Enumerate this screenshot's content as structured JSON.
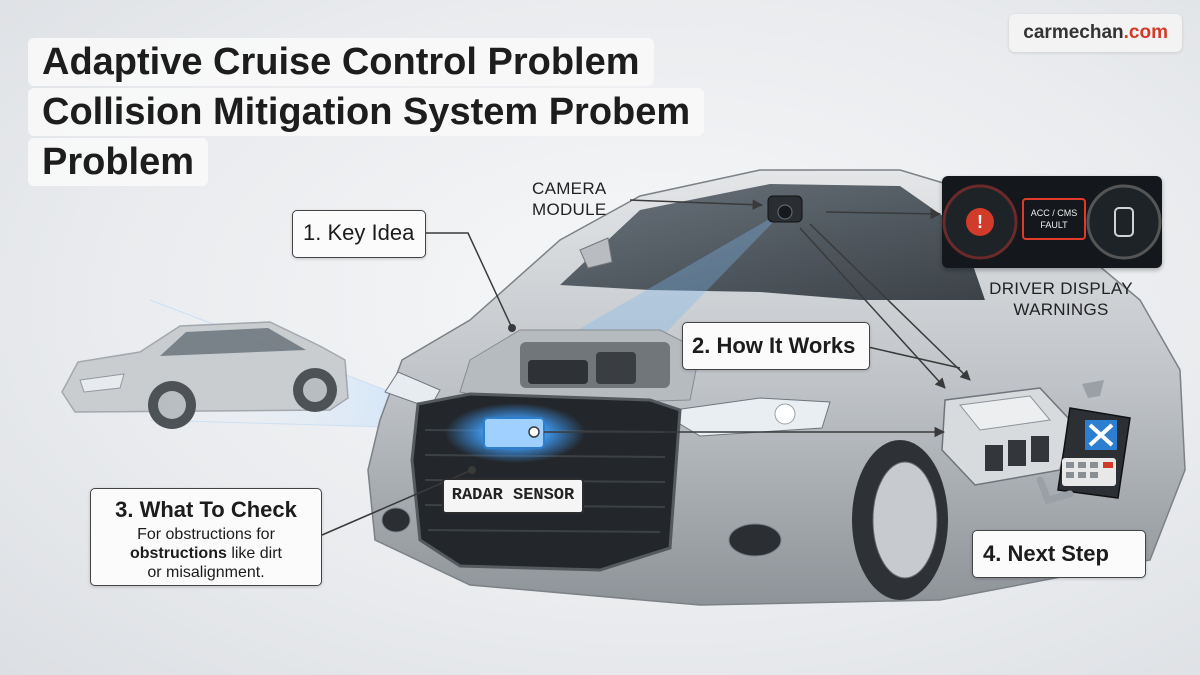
{
  "title": {
    "line1": "Adaptive Cruise Control Problem",
    "line2": "Collision Mitigation System Probem",
    "line3": "Problem"
  },
  "brand": {
    "name": "carmechan",
    "domain": ".com"
  },
  "callouts": {
    "key_idea": "1. Key Idea",
    "how_it_works": "2. How It Works",
    "what_to_check": {
      "heading": "3. What To Check",
      "line1": "For obstructions for",
      "line2_bold": "obstructions",
      "line2_rest": " like dirt",
      "line3": "or misalignment."
    },
    "next_step": "4. Next Step"
  },
  "labels": {
    "camera_line1": "CAMERA",
    "camera_line2": "MODULE",
    "display_line1": "DRIVER DISPLAY",
    "display_line2": "WARNINGS",
    "radar": "RADAR SENSOR",
    "fault_line1": "ACC / CMS",
    "fault_line2": "FAULT"
  },
  "colors": {
    "accent_red": "#d23a2a",
    "radar_glow": "#3fa0ff",
    "car_silver": "#c4c8cc"
  }
}
